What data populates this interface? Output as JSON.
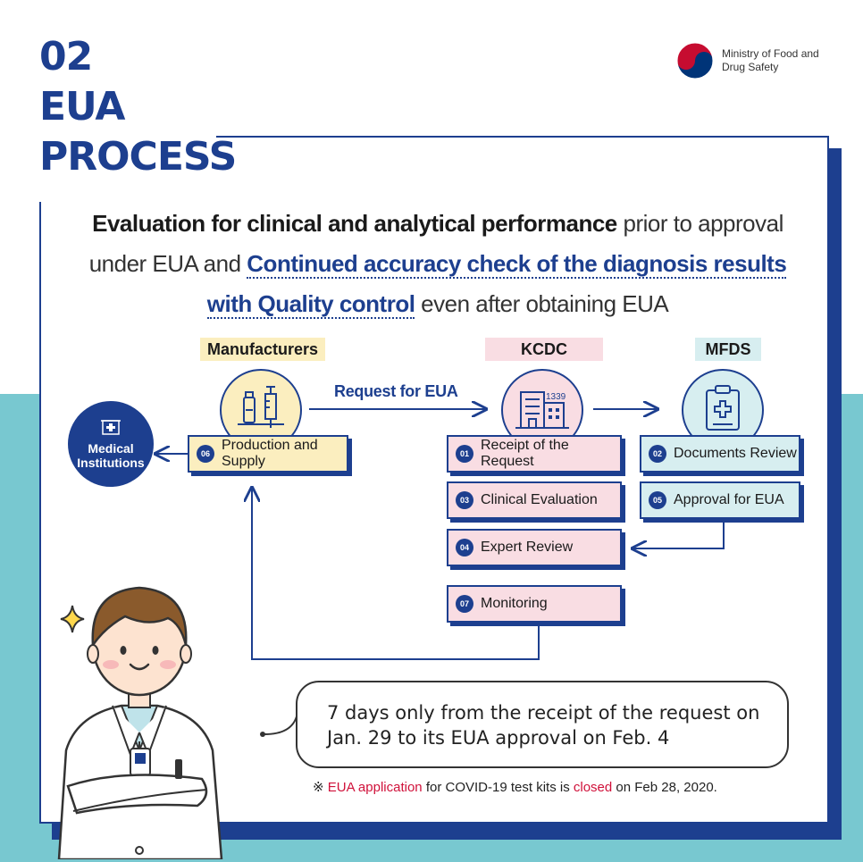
{
  "title": {
    "number": "02",
    "line1": "EUA",
    "line2": "PROCESS"
  },
  "ministry": {
    "name": "Ministry of Food and Drug Safety"
  },
  "intro": {
    "part1": "Evaluation for clinical and analytical performance",
    "part2": " prior to approval under EUA and ",
    "part3": "Continued accuracy check of the diagnosis results with Quality control",
    "part4": " even after obtaining EUA"
  },
  "headers": {
    "manufacturers": "Manufacturers",
    "kcdc": "KCDC",
    "mfds": "MFDS"
  },
  "medical": {
    "label": "Medical Institutions"
  },
  "request_label": "Request for EUA",
  "steps": [
    {
      "num": "06",
      "label": "Production and Supply"
    },
    {
      "num": "01",
      "label": "Receipt of the Request"
    },
    {
      "num": "03",
      "label": "Clinical Evaluation"
    },
    {
      "num": "04",
      "label": "Expert Review"
    },
    {
      "num": "07",
      "label": "Monitoring"
    },
    {
      "num": "02",
      "label": "Documents Review"
    },
    {
      "num": "05",
      "label": "Approval for EUA"
    }
  ],
  "kcdc_icon_text": "1339",
  "bubble": {
    "text": "7 days only from the receipt of the request on Jan. 29 to its EUA approval on Feb. 4"
  },
  "note": {
    "prefix": "※ ",
    "red1": "EUA application",
    "mid": " for COVID-19 test kits is ",
    "red2": "closed",
    "suffix": " on Feb 28, 2020."
  },
  "colors": {
    "navy": "#1d3f8f",
    "teal": "#78c8d0",
    "yellow": "#fbeebf",
    "pink": "#f9dde3",
    "lightblue": "#d7eef0",
    "red": "#d0113a"
  }
}
